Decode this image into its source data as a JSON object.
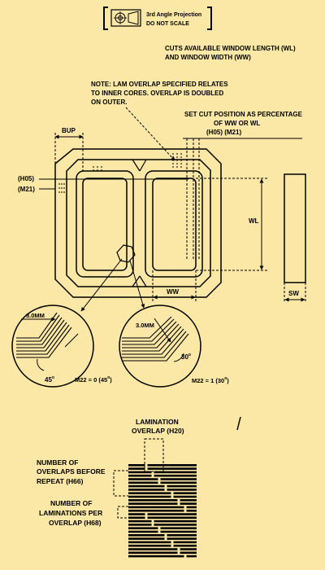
{
  "header": {
    "projection": "3rd Angle Projection",
    "scale": "DO NOT SCALE"
  },
  "notes": {
    "cuts_line1": "CUTS AVAILABLE WINDOW LENGTH (WL)",
    "cuts_line2": "AND WINDOW WIDTH (WW)",
    "lam_line1": "NOTE: LAM OVERLAP SPECIFIED RELATES",
    "lam_line2": "TO INNER CORES. OVERLAP IS DOUBLED",
    "lam_line3": "ON OUTER.",
    "setcut_line1": "SET CUT POSITION AS PERCENTAGE",
    "setcut_line2": "OF WW OR WL",
    "setcut_line3": "(H05) (M21)"
  },
  "dimensions": {
    "bup": "BUP",
    "h05": "(H05)",
    "m21": "(M21)",
    "wl": "WL",
    "ww": "WW",
    "sw": "SW"
  },
  "details": {
    "left": {
      "thickness": "3.0MM",
      "angle": "45",
      "caption": "M22 = 0 (45",
      "caption_close": ")"
    },
    "right": {
      "thickness": "3.0MM",
      "angle": "30",
      "caption": "M22 = 1 (30",
      "caption_close": ")"
    },
    "degree_mark": "o"
  },
  "lamination": {
    "title_line1": "LAMINATION",
    "title_line2": "OVERLAP (H20)",
    "overlaps_line1": "NUMBER OF",
    "overlaps_line2": "OVERLAPS BEFORE",
    "overlaps_line3": "REPEAT    (H66)",
    "per_line1": "NUMBER OF",
    "per_line2": "LAMINATIONS PER",
    "per_line3": "OVERLAP (H68)"
  }
}
